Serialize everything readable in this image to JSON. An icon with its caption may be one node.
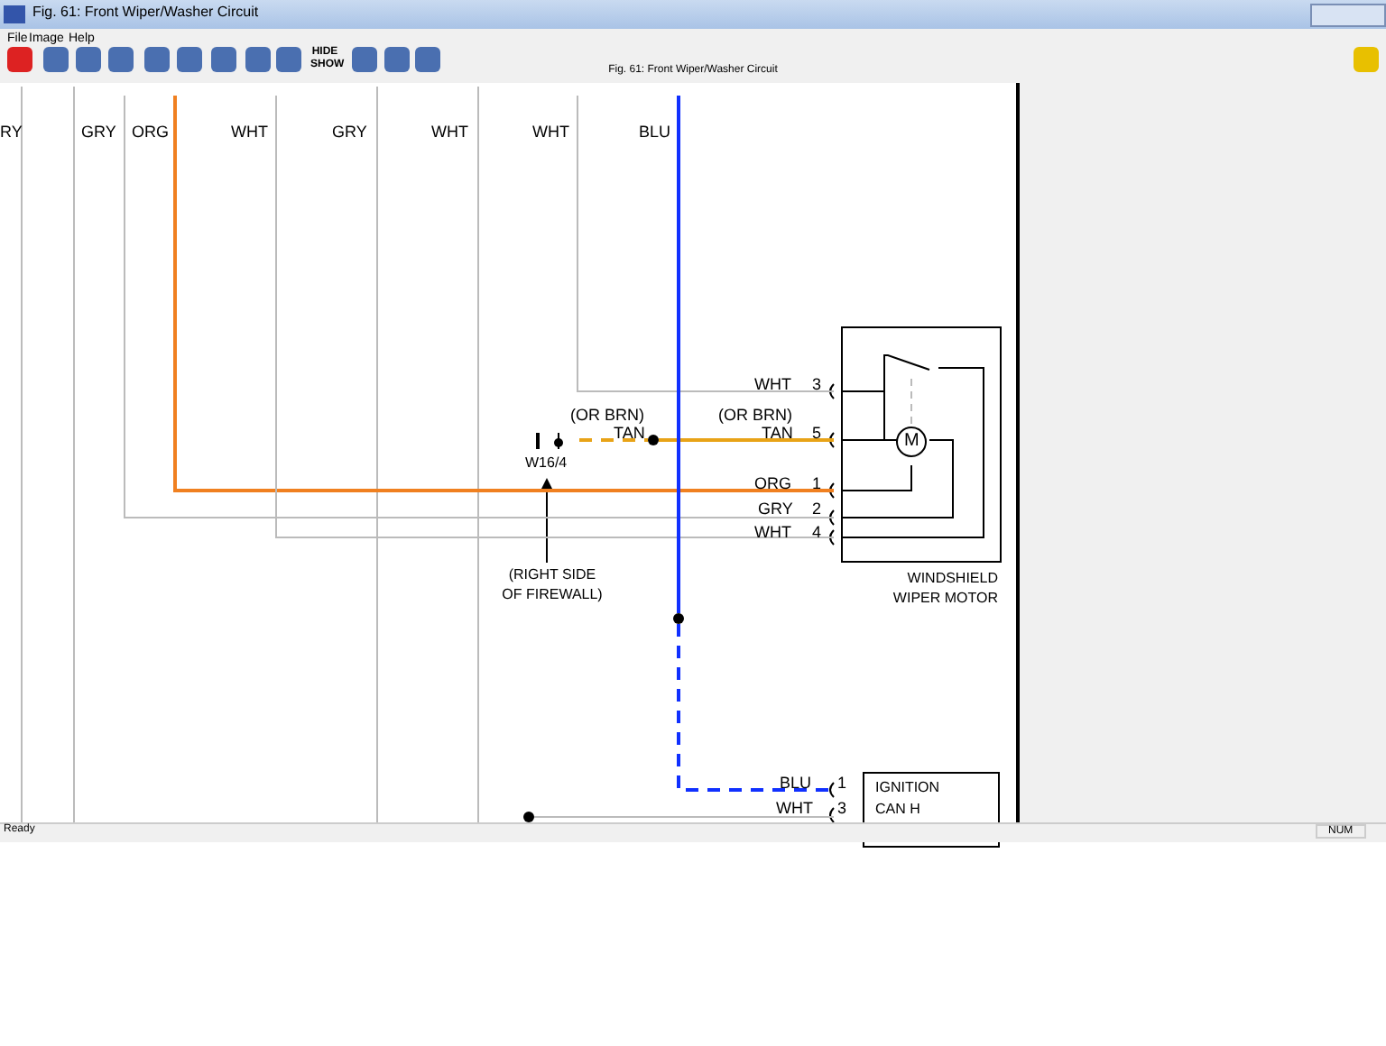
{
  "diagram": {
    "title": "Fig. 61: Front Wiper/Washer Circuit",
    "nodes": [
      {
        "text": [
          "WINDSHIELD WIPER MOTOR"
        ]
      },
      {
        "text": [
          "W16/4"
        ]
      },
      {
        "text": [
          "(RIGHT SIDE OF FIREWALL)"
        ]
      },
      {
        "text": [
          "IGNITION",
          "CAN H"
        ]
      },
      {
        "text": [],
        "shape": "circle"
      },
      {
        "text": [],
        "shape": "circle"
      },
      {
        "text": [],
        "shape": "circle"
      }
    ],
    "edges": [
      {
        "from": 2,
        "to": 1,
        "arrow": "to",
        "color": "#000000"
      },
      {
        "from": 1,
        "to": 4,
        "arrow": "none",
        "style": "dashed",
        "color": "#e8a317"
      },
      {
        "from": 4,
        "to": 0,
        "arrow": "none",
        "color": "#e8a317"
      },
      {
        "from": null,
        "to": 0,
        "arrow": "none",
        "color": "#f08020"
      },
      {
        "from": null,
        "to": 0,
        "arrow": "none"
      },
      {
        "from": null,
        "to": 0,
        "arrow": "none"
      },
      {
        "from": null,
        "to": 0,
        "arrow": "none"
      },
      {
        "from": null,
        "to": 5,
        "arrow": "none",
        "color": "#1030ff"
      },
      {
        "from": 5,
        "to": 3,
        "arrow": "none",
        "style": "dashed",
        "color": "#1030ff"
      },
      {
        "from": 6,
        "to": 3,
        "arrow": "none"
      }
    ],
    "labels": [
      "File",
      "Image",
      "Help",
      "HIDE SHOW",
      "Fig. 61: Front Wiper/Washer Circuit",
      "RY",
      "GRY",
      "ORG",
      "WHT",
      "GRY",
      "WHT",
      "WHT",
      "BLU",
      "WHT",
      "3",
      "(OR BRN)",
      "TAN",
      "(OR BRN)",
      "TAN",
      "5",
      "ORG",
      "1",
      "GRY",
      "2",
      "WHT",
      "4",
      "BLU",
      "1",
      "WHT",
      "3",
      "Ready",
      "NUM",
      "M"
    ]
  }
}
